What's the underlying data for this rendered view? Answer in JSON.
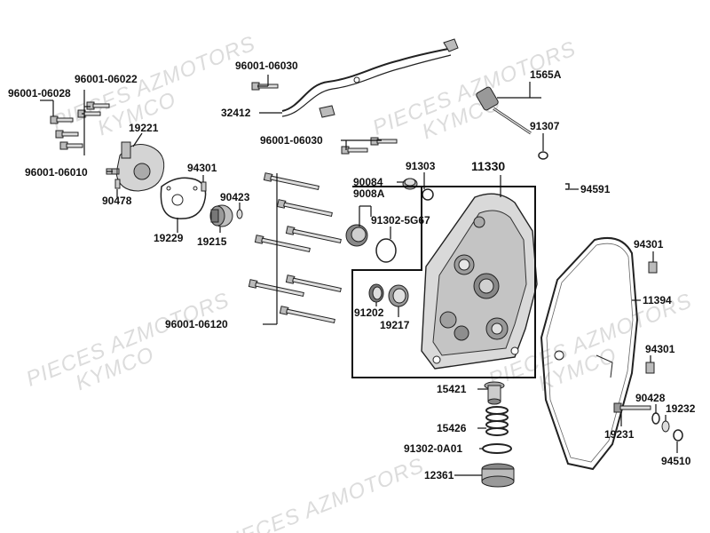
{
  "watermark": {
    "line1": "PIECES AZMOTORS",
    "line2": "KYMCO"
  },
  "labels": {
    "p_96001_06030_top": "96001-06030",
    "p_96001_06022": "96001-06022",
    "p_96001_06028": "96001-06028",
    "p_32412": "32412",
    "p_1565A": "1565A",
    "p_19221": "19221",
    "p_96001_06030_mid": "96001-06030",
    "p_91307": "91307",
    "p_96001_06010": "96001-06010",
    "p_94301_a": "94301",
    "p_11330": "11330",
    "p_91303": "91303",
    "p_90084": "90084",
    "p_9008A": "9008A",
    "p_94591": "94591",
    "p_90478": "90478",
    "p_90423": "90423",
    "p_91302_5G67": "91302-5G67",
    "p_19229": "19229",
    "p_19215": "19215",
    "p_94301_b": "94301",
    "p_11394": "11394",
    "p_91202": "91202",
    "p_19217": "19217",
    "p_96001_06120": "96001-06120",
    "p_94301_c": "94301",
    "p_15421": "15421",
    "p_90428": "90428",
    "p_19232": "19232",
    "p_15426": "15426",
    "p_19231": "19231",
    "p_91302_0A01": "91302-0A01",
    "p_94510": "94510",
    "p_12361": "12361"
  },
  "colors": {
    "line": "#111111",
    "part_fill": "#cfcfcf",
    "part_dark": "#8a8a8a",
    "watermark": "#dcdcdc"
  }
}
